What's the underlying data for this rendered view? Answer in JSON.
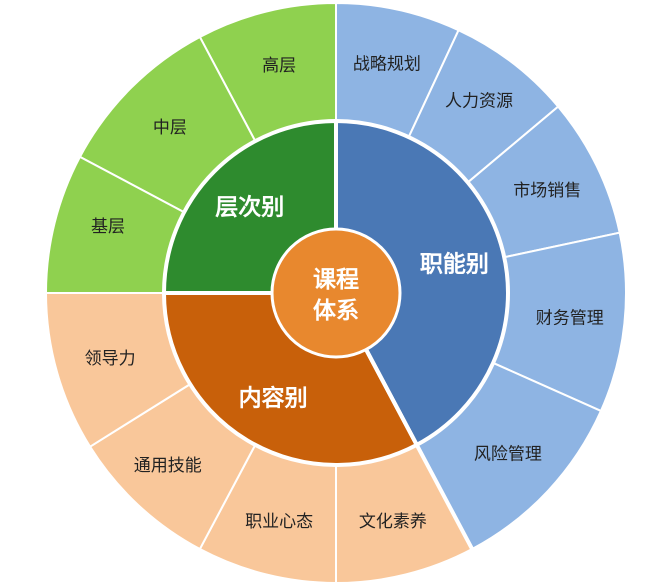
{
  "center": {
    "line1": "课程",
    "line2": "体系",
    "color": "#E8882E"
  },
  "categories": [
    {
      "label": "层次别",
      "inner_color": "#2E8B2E",
      "outer_color": "#8FD14F",
      "items": [
        "高层",
        "中层",
        "基层"
      ]
    },
    {
      "label": "职能别",
      "inner_color": "#4A78B5",
      "outer_color": "#8EB4E3",
      "items": [
        "战略规划",
        "人力资源",
        "市场销售",
        "财务管理",
        "风险管理"
      ]
    },
    {
      "label": "内容别",
      "inner_color": "#C8600A",
      "outer_color": "#F9C79A",
      "items": [
        "文化素养",
        "职业心态",
        "通用技能",
        "领导力"
      ]
    }
  ]
}
